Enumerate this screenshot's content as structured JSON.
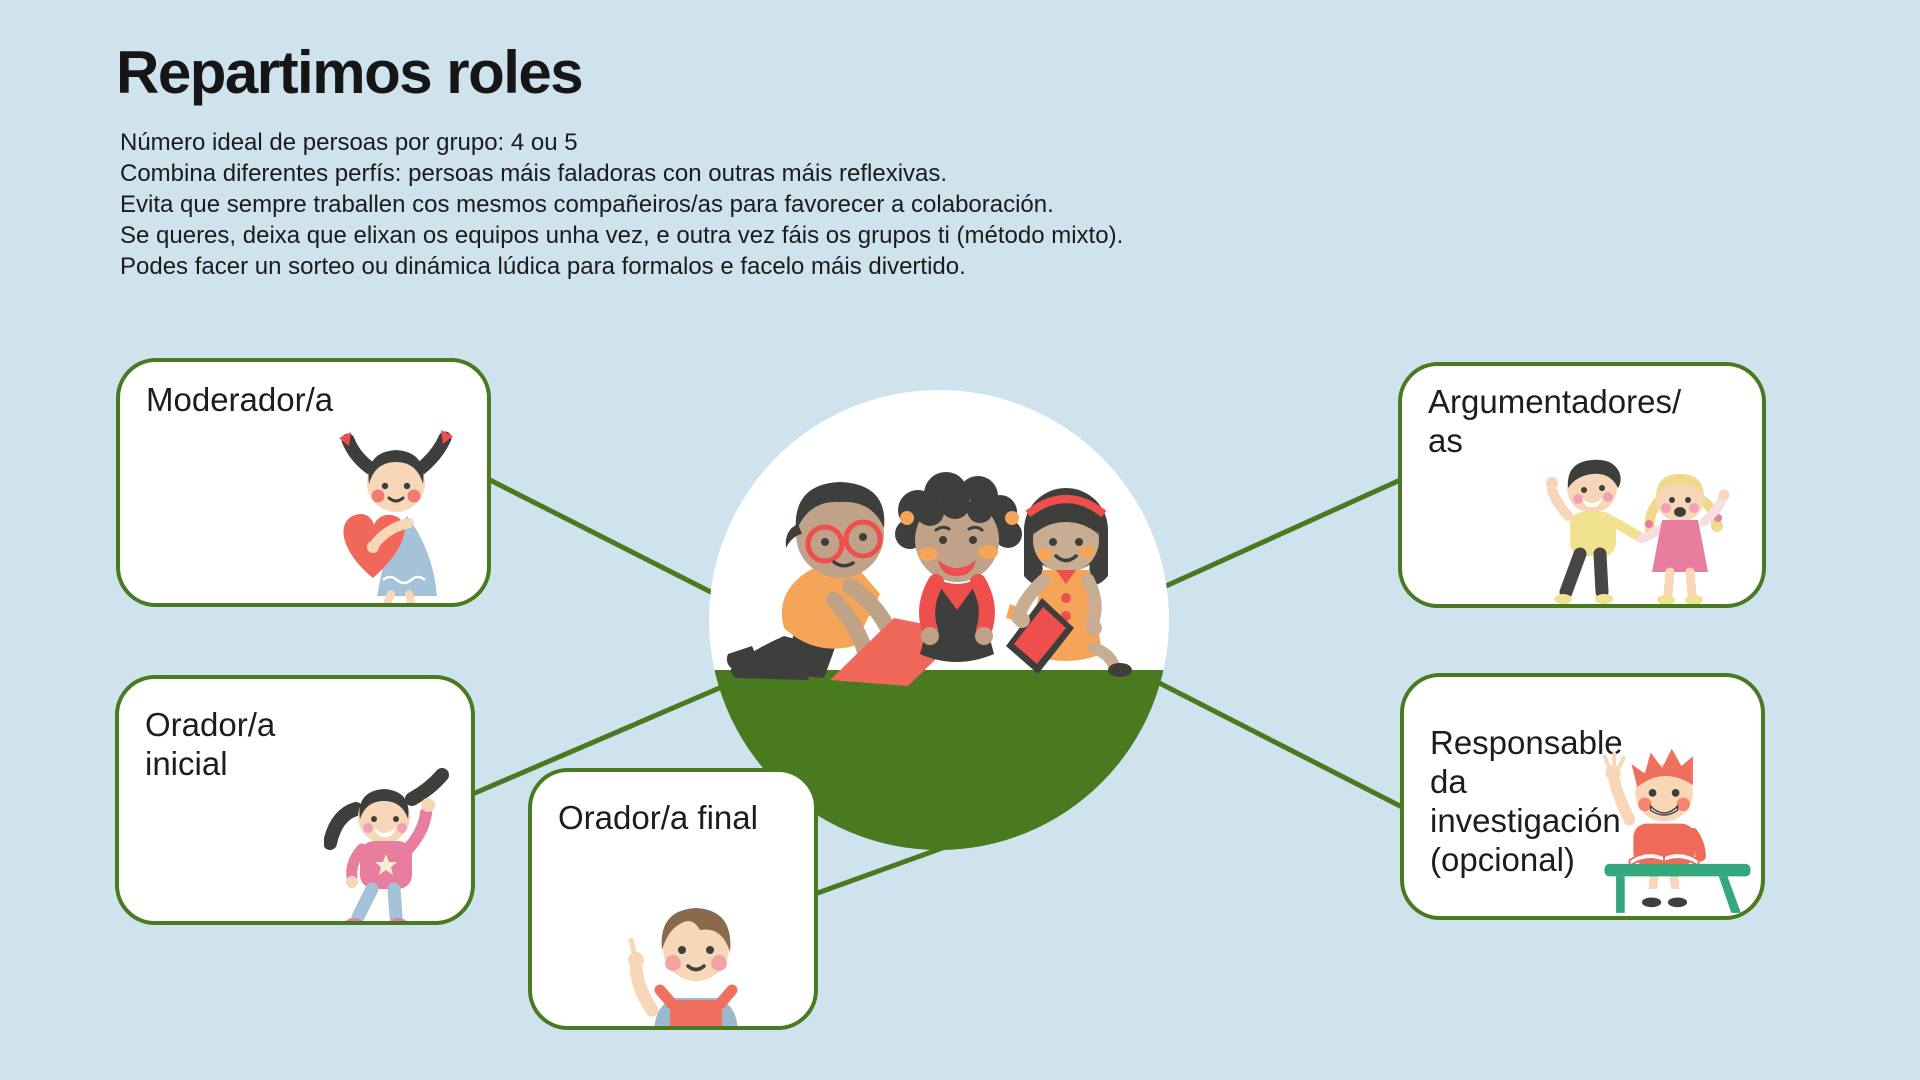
{
  "theme": {
    "background": "#cfe3ee",
    "card_background": "#ffffff",
    "accent_green": "#4a7a1f",
    "text_color": "#1b1b1b",
    "coral": "#f0685a",
    "orange": "#f6a457"
  },
  "header": {
    "title": "Repartimos roles",
    "intro_lines": [
      "Número ideal de persoas por grupo: 4 ou 5",
      "Combina diferentes perfís: persoas máis faladoras con outras máis reflexivas.",
      "Evita que sempre traballen cos mesmos compañeiros/as para favorecer a colaboración.",
      "Se queres, deixa que elixan os equipos unha vez, e outra vez fáis os grupos ti (método mixto).",
      "Podes facer un sorteo ou dinámica lúdica para formalos e facelo máis divertido."
    ]
  },
  "roles": {
    "moderador": {
      "label": "Moderador/a",
      "icon": "girl-holding-heart-illustration"
    },
    "orador_inicial": {
      "label": "Orador/a inicial",
      "icon": "girl-waving-illustration"
    },
    "orador_final": {
      "label": "Orador/a final",
      "icon": "boy-raising-finger-illustration"
    },
    "argumentadores": {
      "label": "Argumentadores/as",
      "icon": "boy-and-girl-waving-illustration"
    },
    "responsable": {
      "label": "Responsable da investigación (opcional)",
      "icon": "boy-at-desk-illustration"
    }
  },
  "center": {
    "icon": "children-reading-together-illustration"
  }
}
